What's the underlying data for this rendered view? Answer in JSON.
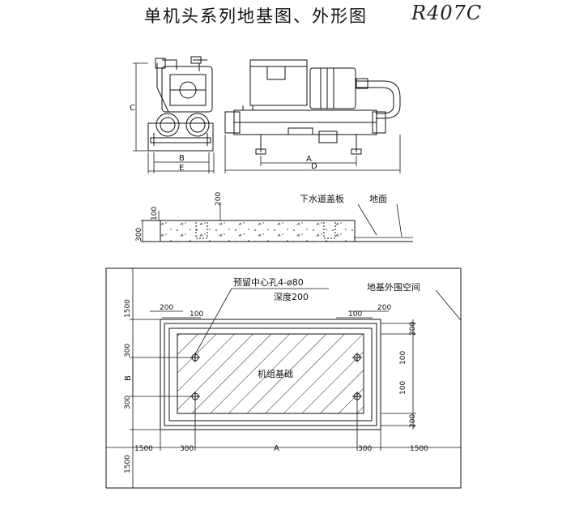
{
  "title": "单机头系列地基图、外形图",
  "handnote": "R407C",
  "elevation": {
    "dims": {
      "A": "A",
      "B": "B",
      "C": "C",
      "D": "D",
      "E": "E"
    }
  },
  "section": {
    "dim_200": "200",
    "dim_100": "100",
    "dim_300": "300",
    "label_drain_cover": "下水道盖板",
    "label_ground": "地面"
  },
  "plan": {
    "hole_label_line1": "预留中心孔4-ø80",
    "hole_label_line2": "深度200",
    "space_label": "地基外围空间",
    "base_label": "机组基础",
    "dim_1500_left_top": "1500",
    "dim_200_top_left": "200",
    "dim_100_top_left": "100",
    "dim_200_top_right": "200",
    "dim_100_top_right": "100",
    "dim_300_left_upper": "300",
    "dim_B": "B",
    "dim_300_left_lower": "300",
    "dim_200_right_upper": "200",
    "dim_100_right_1": "100",
    "dim_100_right_2": "100",
    "dim_200_right_lower": "200",
    "dim_1500_bottom_left": "1500",
    "dim_300_bottom_left": "300",
    "dim_A": "A",
    "dim_300_bottom_right": "300",
    "dim_1500_bottom_right": "1500",
    "dim_1500_left_bottom": "1500"
  }
}
